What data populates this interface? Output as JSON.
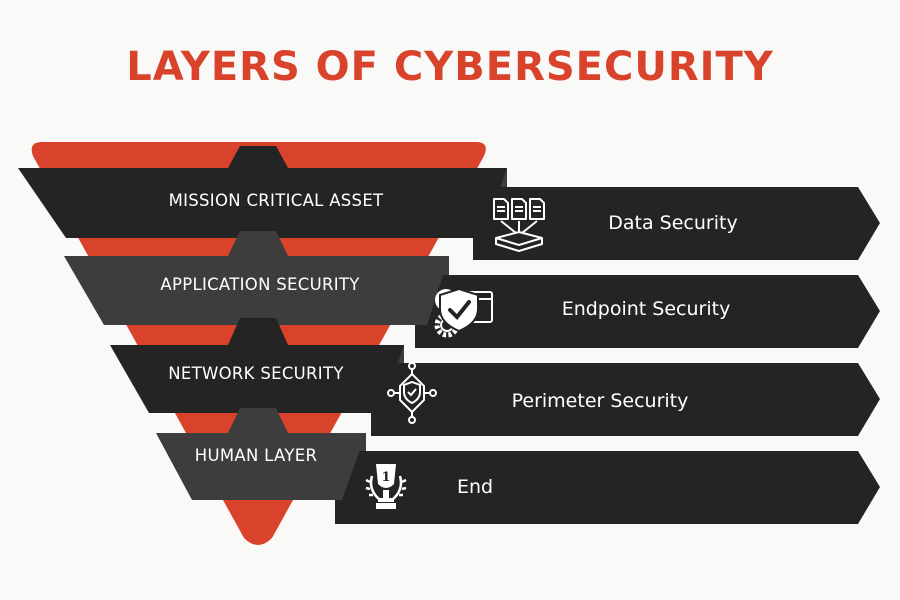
{
  "title": "LAYERS OF CYBERSECURITY",
  "colors": {
    "accent": "#d9432c",
    "dark": "#242424",
    "mid": "#3d3d3d",
    "text": "#ffffff"
  },
  "layers": [
    {
      "label": "MISSION CRITICAL ASSET",
      "arrow_label": "Data Security",
      "icon": "data-documents-icon"
    },
    {
      "label": "APPLICATION SECURITY",
      "arrow_label": "Endpoint Security",
      "icon": "endpoint-shield-gear-icon"
    },
    {
      "label": "NETWORK SECURITY",
      "arrow_label": "Perimeter Security",
      "icon": "perimeter-shield-icon"
    },
    {
      "label": "HUMAN LAYER",
      "arrow_label": "End",
      "icon": "trophy-icon"
    }
  ]
}
